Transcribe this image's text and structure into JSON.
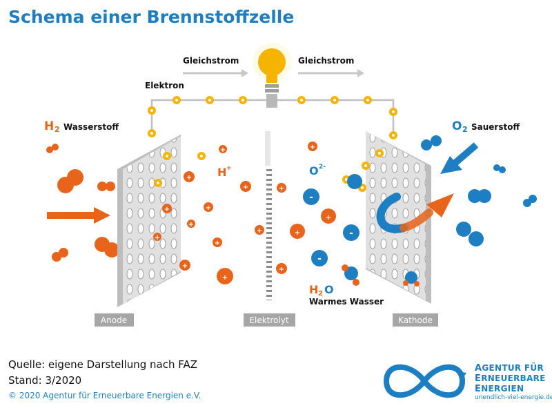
{
  "title": "Schema einer Brennstoffzelle",
  "labels": {
    "current_left": "Gleichstrom",
    "current_right": "Gleichstrom",
    "electron": "Elektron",
    "hydrogen_formula": "H",
    "hydrogen_sub": "2",
    "hydrogen_name": "Wasserstoff",
    "oxygen_formula": "O",
    "oxygen_sub": "2",
    "oxygen_name": "Sauerstoff",
    "proton_formula": "H",
    "proton_charge": "+",
    "oxide_formula": "O",
    "oxide_charge": "2-",
    "water_h": "H",
    "water_sub": "2",
    "water_o": "O",
    "water_name": "Warmes Wasser",
    "anode": "Anode",
    "electrolyte": "Elektrolyt",
    "cathode": "Kathode"
  },
  "footer": {
    "source": "Quelle: eigene Darstellung nach FAZ",
    "date": "Stand: 3/2020",
    "copyright": "© 2020 Agentur für Erneuerbare Energien e.V."
  },
  "brand": {
    "line1_initial": "A",
    "line1_rest": "GENTUR FÜR",
    "line2_initial": "E",
    "line2_rest": "RNEUERBARE",
    "line3_initial": "E",
    "line3_rest": "NERGIEN",
    "url": "unendlich-viel-energie.de"
  },
  "colors": {
    "blue": "#1d7ec2",
    "orange": "#e8641b",
    "yellow": "#f5b400",
    "gray": "#a6a6a6",
    "plate": "#d9d9d9"
  },
  "icons": [
    "light-bulb-icon",
    "infinity-logo-icon"
  ]
}
